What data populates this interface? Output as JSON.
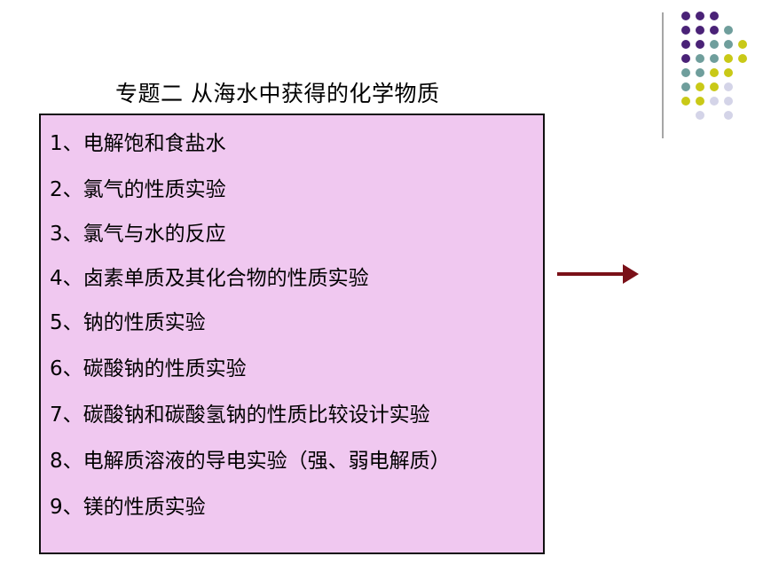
{
  "slide": {
    "title": "专题二  从海水中获得的化学物质",
    "items": [
      "1、电解饱和食盐水",
      "2、氯气的性质实验",
      "3、氯气与水的反应",
      "4、卤素单质及其化合物的性质实验",
      "5、钠的性质实验",
      "6、碳酸钠的性质实验",
      "7、碳酸钠和碳酸氢钠的性质比较设计实验",
      "8、电解质溶液的导电实验（强、弱电解质）",
      "9、镁的性质实验"
    ]
  },
  "colors": {
    "box_fill": "#f0c8f0",
    "arrow": "#7a1018",
    "dot_purple": "#4a2277",
    "dot_teal": "#6f9e9c",
    "dot_yellow": "#c9c917",
    "dot_lavender": "#d4d4e8"
  },
  "icons": [
    "decorative-dot-grid",
    "right-arrow-icon"
  ]
}
